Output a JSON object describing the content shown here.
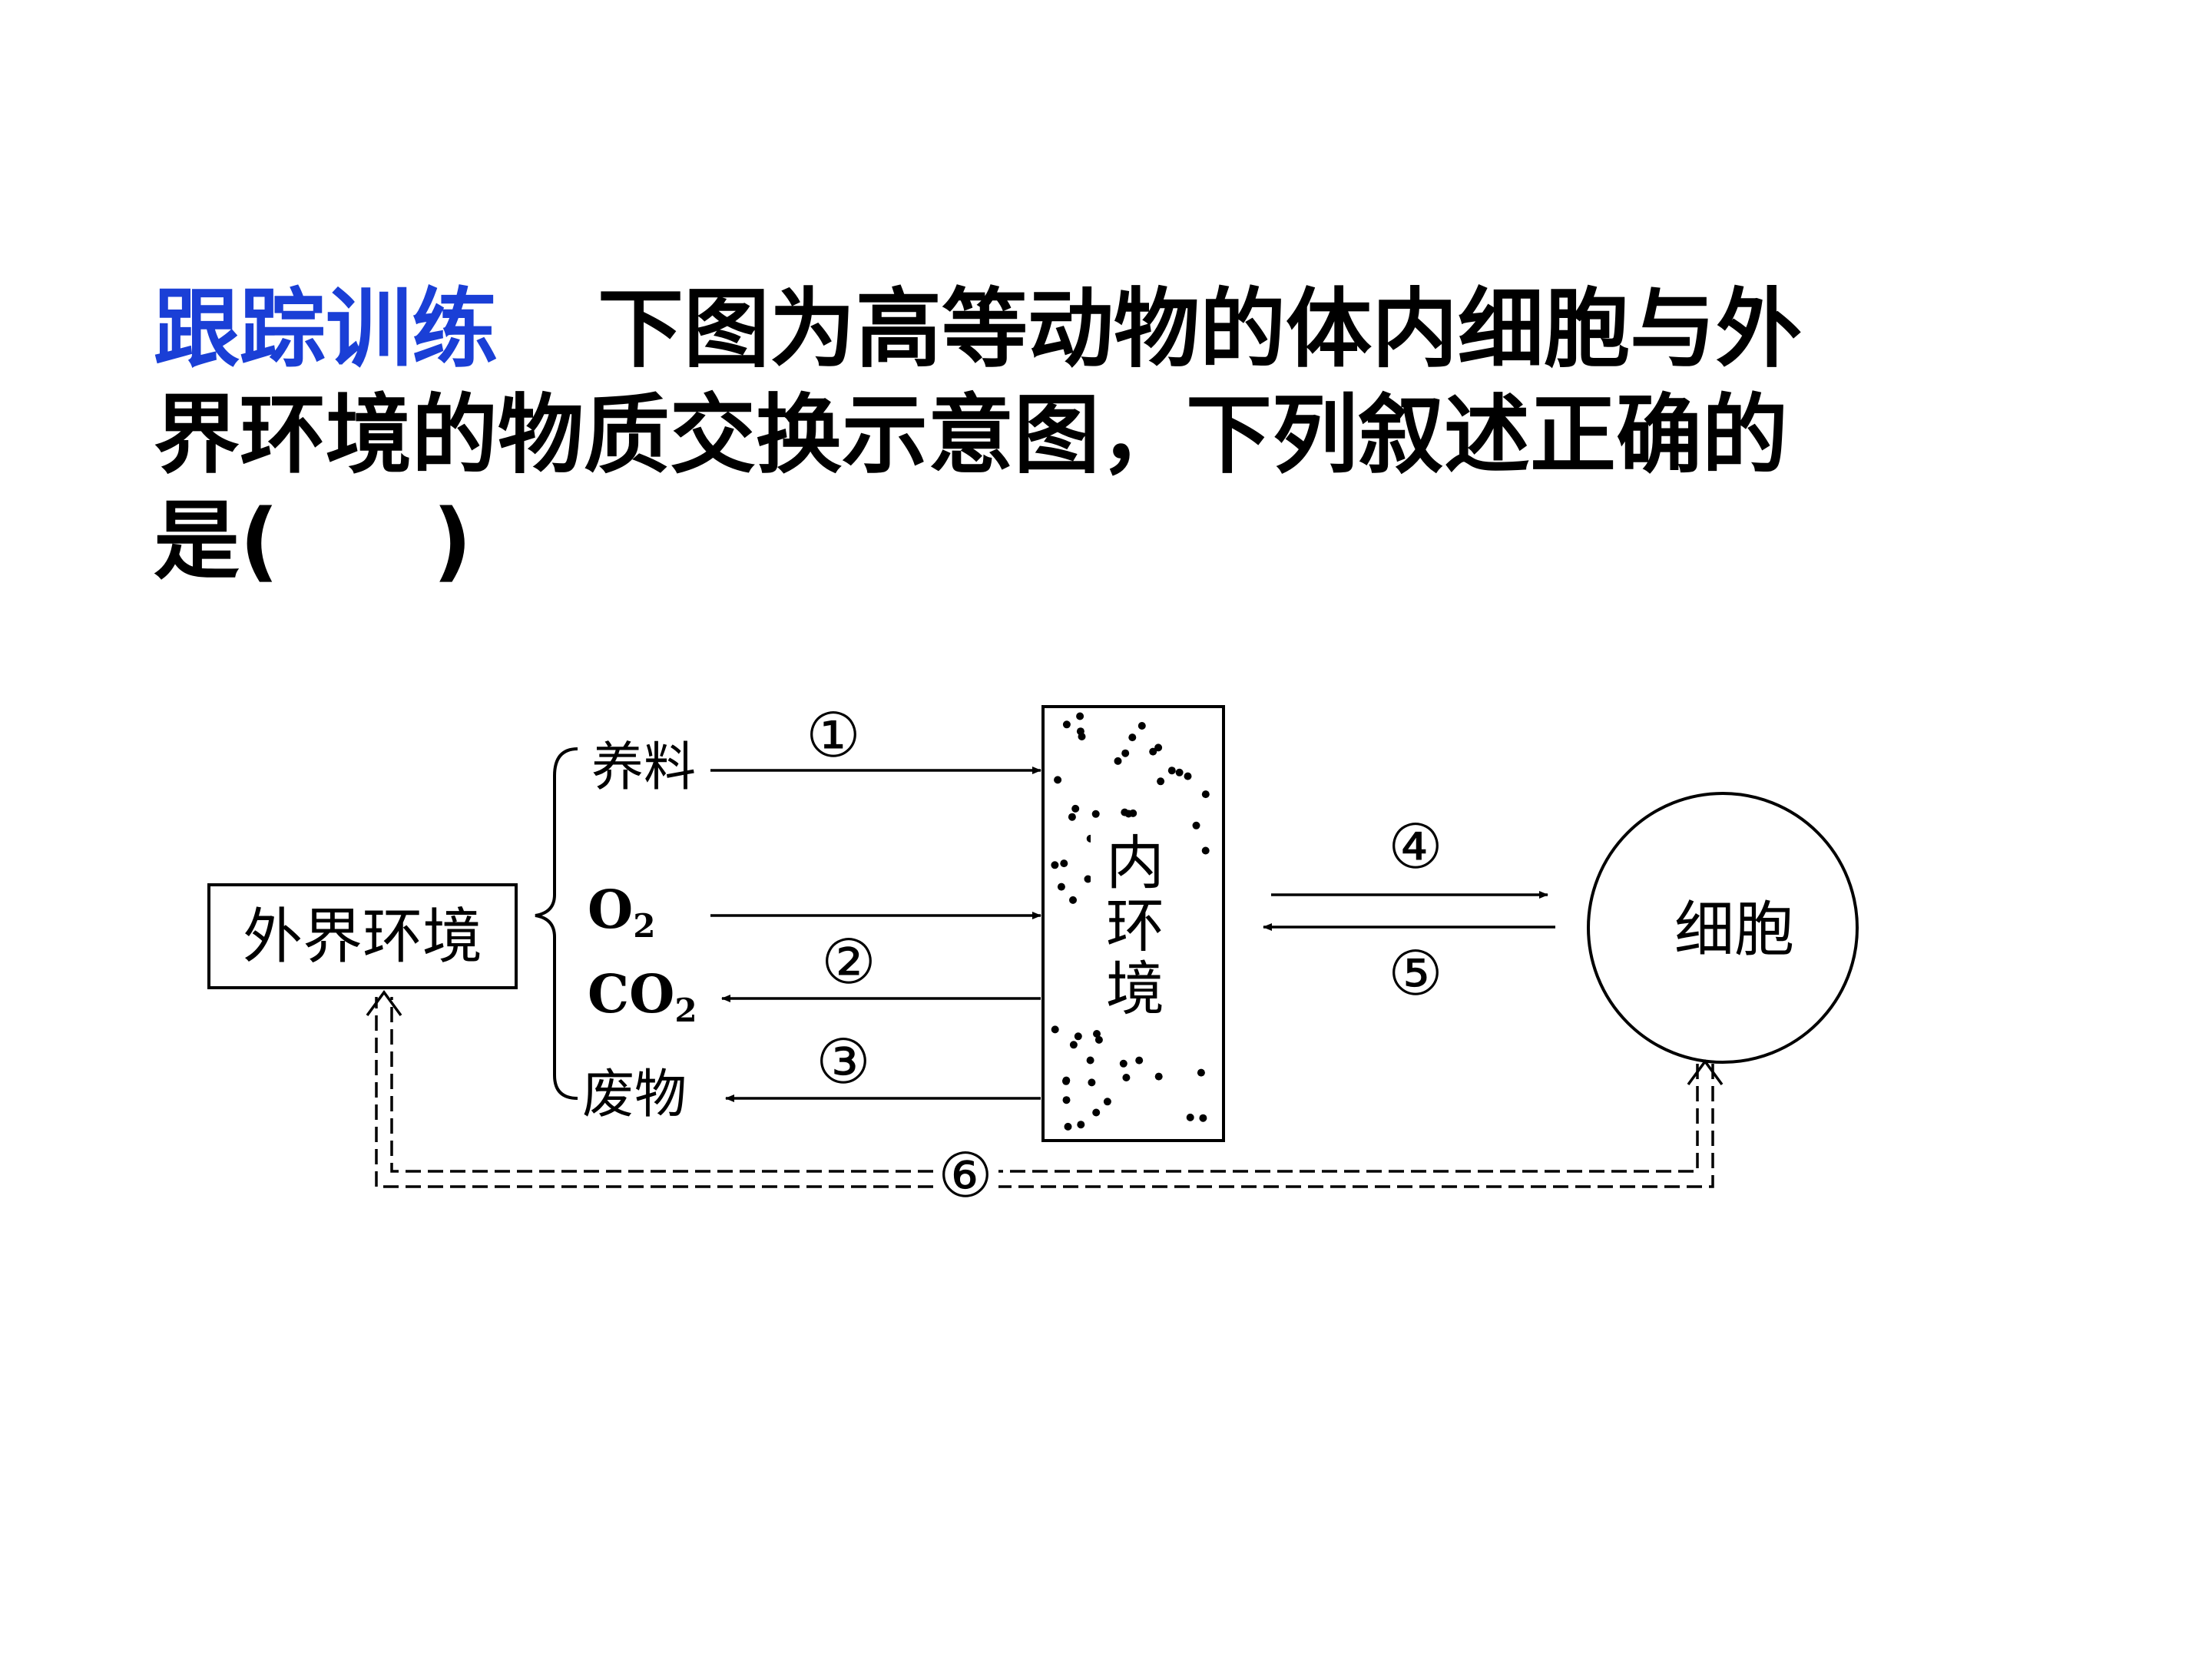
{
  "question": {
    "label": "跟踪训练",
    "line1": "下图为高等动物的体内细胞与外",
    "line2": "界环境的物质交换示意图，下列叙述正确的",
    "line3_start": "是(",
    "line3_end": ")"
  },
  "diagram": {
    "external_env": "外界环境",
    "nutrients": "养料",
    "o2_base": "O",
    "o2_sub": "2",
    "co2_base": "CO",
    "co2_sub": "2",
    "waste": "废物",
    "internal_env": [
      "内",
      "环",
      "境"
    ],
    "cell": "细胞",
    "markers": [
      "①",
      "②",
      "③",
      "④",
      "⑤",
      "⑥"
    ]
  }
}
